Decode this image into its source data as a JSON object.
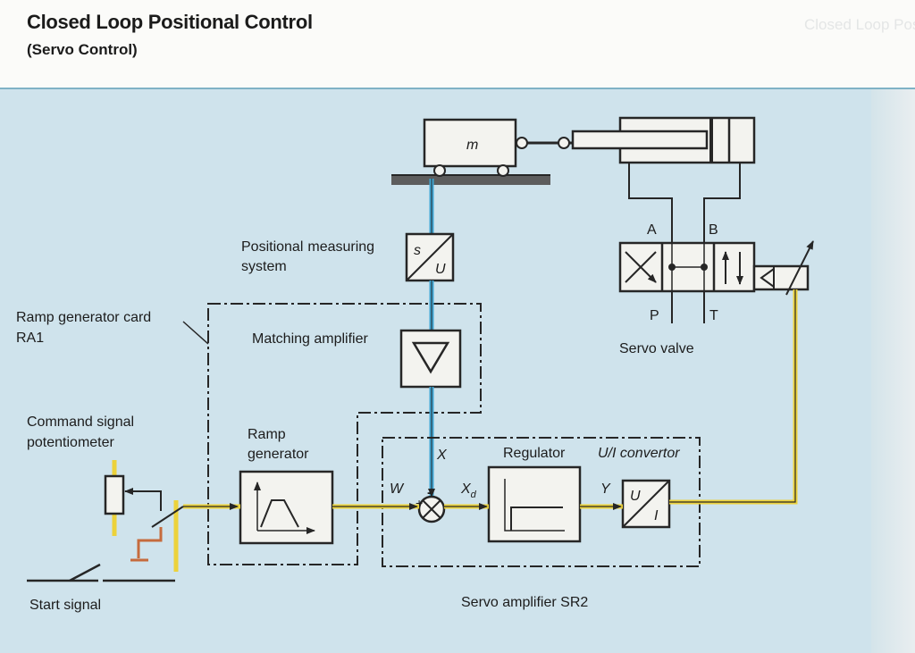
{
  "header": {
    "title": "Closed Loop Positional Control",
    "subtitle": "(Servo Control)",
    "ghost_text": "Closed Loop Position Control, Cylinder Drive"
  },
  "labels": {
    "mass": "m",
    "position_system": [
      "Positional",
      "measuring",
      "system"
    ],
    "su_s": "s",
    "su_u": "U",
    "ramp_card": [
      "Ramp generator card",
      "RA1"
    ],
    "matching_amplifier": "Matching amplifier",
    "command_signal": [
      "Command signal",
      "potentiometer"
    ],
    "ramp_generator": [
      "Ramp",
      "generator"
    ],
    "start_signal": "Start signal",
    "w": "W",
    "x": "X",
    "xd": "X",
    "xd_sub": "d",
    "plus": "+",
    "minus": "-",
    "regulator": "Regulator",
    "ui_convertor": "U/I convertor",
    "y": "Y",
    "ui_u": "U",
    "ui_i": "I",
    "servo_amplifier": "Servo amplifier SR2",
    "servo_valve": "Servo valve",
    "port_a": "A",
    "port_b": "B",
    "port_p": "P",
    "port_t": "T"
  },
  "colors": {
    "panel": "#cfe3ec",
    "signal_line": "#ecd23a",
    "feedback_line": "#3fa6d4",
    "ground": "#c66b3d"
  }
}
